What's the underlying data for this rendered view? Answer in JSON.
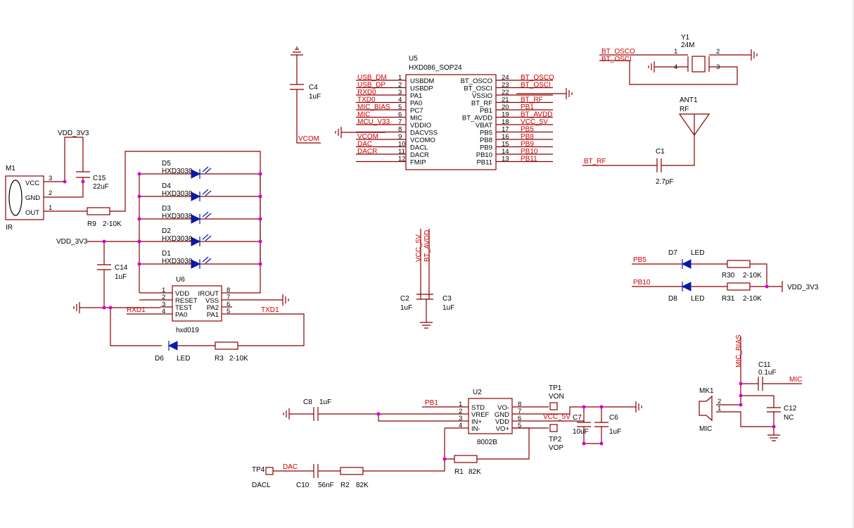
{
  "u5": {
    "ref": "U5",
    "value": "HXD086_SOP24",
    "left_pins": [
      {
        "num": "1",
        "name": "USBDM",
        "net": "USB_DM"
      },
      {
        "num": "2",
        "name": "USBDP",
        "net": "USB_DP"
      },
      {
        "num": "3",
        "name": "PA1",
        "net": "RXD0"
      },
      {
        "num": "4",
        "name": "PA0",
        "net": "TXD0"
      },
      {
        "num": "5",
        "name": "PC7",
        "net": "MIC_BIAS"
      },
      {
        "num": "6",
        "name": "MIC",
        "net": "MIC"
      },
      {
        "num": "7",
        "name": "VDDIO",
        "net": "MCU_V33"
      },
      {
        "num": "8",
        "name": "DACVSS",
        "net": ""
      },
      {
        "num": "9",
        "name": "VCOMO",
        "net": "VCOM"
      },
      {
        "num": "10",
        "name": "DACL",
        "net": "DAC"
      },
      {
        "num": "11",
        "name": "DACR",
        "net": "DACR"
      },
      {
        "num": "12",
        "name": "FMIP",
        "net": ""
      }
    ],
    "right_pins": [
      {
        "num": "24",
        "name": "BT_OSCO",
        "net": "BT_OSCO"
      },
      {
        "num": "23",
        "name": "BT_OSCI",
        "net": "BT_OSCI"
      },
      {
        "num": "22",
        "name": "VSSIO",
        "net": ""
      },
      {
        "num": "21",
        "name": "BT_RF",
        "net": "BT_RF"
      },
      {
        "num": "20",
        "name": "PB1",
        "net": "PB1"
      },
      {
        "num": "19",
        "name": "BT_AVDD",
        "net": "BT_AVDD"
      },
      {
        "num": "18",
        "name": "VBAT",
        "net": "VCC_5V"
      },
      {
        "num": "17",
        "name": "PB5",
        "net": "PB5"
      },
      {
        "num": "16",
        "name": "PB8",
        "net": "PB8"
      },
      {
        "num": "15",
        "name": "PB9",
        "net": "PB9"
      },
      {
        "num": "14",
        "name": "PB10",
        "net": "PB10"
      },
      {
        "num": "13",
        "name": "PB11",
        "net": "PB11"
      }
    ]
  },
  "c4": {
    "ref": "C4",
    "value": "1uF"
  },
  "vcom_net": "VCOM",
  "y1": {
    "ref": "Y1",
    "value": "24M",
    "pins": [
      "1",
      "2",
      "4",
      "3"
    ],
    "net_osco": "BT_OSCO",
    "net_osci": "BT_OSCI"
  },
  "ant1": {
    "ref": "ANT1",
    "value": "RF"
  },
  "c1": {
    "ref": "C1",
    "value": "2.7pF",
    "net": "BT_RF"
  },
  "m1": {
    "ref": "M1",
    "value": "IR",
    "pins": [
      {
        "num": "3",
        "name": "VCC"
      },
      {
        "num": "2",
        "name": "GND"
      },
      {
        "num": "1",
        "name": "OUT"
      }
    ]
  },
  "vdd_label": "VDD_3V3",
  "c15": {
    "ref": "C15",
    "value": "22uF"
  },
  "r9": {
    "ref": "R9",
    "value": "2-10K"
  },
  "leds": [
    {
      "ref": "D5",
      "value": "HXD3038"
    },
    {
      "ref": "D4",
      "value": "HXD3038"
    },
    {
      "ref": "D3",
      "value": "HXD3038"
    },
    {
      "ref": "D2",
      "value": "HXD3038"
    },
    {
      "ref": "D1",
      "value": "HXD3038"
    }
  ],
  "c14": {
    "ref": "C14",
    "value": "1uF"
  },
  "u6": {
    "ref": "U6",
    "value": "hxd019",
    "left_pins": [
      {
        "num": "1",
        "name": "VDD"
      },
      {
        "num": "2",
        "name": "RESET"
      },
      {
        "num": "3",
        "name": "TEST"
      },
      {
        "num": "4",
        "name": "PA0"
      }
    ],
    "right_pins": [
      {
        "num": "8",
        "name": "IROUT"
      },
      {
        "num": "7",
        "name": "VSS"
      },
      {
        "num": "6",
        "name": "PA2"
      },
      {
        "num": "5",
        "name": "PA1"
      }
    ],
    "net_rxd": "RXD1",
    "net_txd": "TXD1"
  },
  "d6": {
    "ref": "D6",
    "value": "LED"
  },
  "r3": {
    "ref": "R3",
    "value": "2-10K"
  },
  "c2": {
    "ref": "C2",
    "value": "1uF"
  },
  "c3": {
    "ref": "C3",
    "value": "1uF"
  },
  "vert_nets": {
    "vcc": "VCC_5V",
    "btavdd": "BT_AVDD"
  },
  "d7": {
    "ref": "D7",
    "value": "LED",
    "net": "PB5"
  },
  "d8": {
    "ref": "D8",
    "value": "LED",
    "net": "PB10"
  },
  "r30": {
    "ref": "R30",
    "value": "2-10K"
  },
  "r31": {
    "ref": "R31",
    "value": "2-10K"
  },
  "vdd_right": "VDD_3V3",
  "c8": {
    "ref": "C8",
    "value": "1uF"
  },
  "u2": {
    "ref": "U2",
    "value": "8002B",
    "left_pins": [
      {
        "num": "1",
        "name": "STD"
      },
      {
        "num": "2",
        "name": "VREF"
      },
      {
        "num": "3",
        "name": "IN+"
      },
      {
        "num": "4",
        "name": "IN-"
      }
    ],
    "right_pins": [
      {
        "num": "8",
        "name": "VO-"
      },
      {
        "num": "7",
        "name": "GND"
      },
      {
        "num": "6",
        "name": "VDD"
      },
      {
        "num": "5",
        "name": "VO+"
      }
    ],
    "net_pb1": "PB1",
    "net_vcc": "VCC_5V"
  },
  "tp1": {
    "ref": "TP1",
    "value": "VON"
  },
  "tp2": {
    "ref": "TP2",
    "value": "VOP"
  },
  "c7": {
    "ref": "C7",
    "value": "10uF"
  },
  "c6": {
    "ref": "C6",
    "value": "1uF"
  },
  "r1": {
    "ref": "R1",
    "value": "82K"
  },
  "tp4": {
    "ref": "TP4",
    "value": "DACL",
    "net": "DAC"
  },
  "c10": {
    "ref": "C10",
    "value": "56nF"
  },
  "r2": {
    "ref": "R2",
    "value": "82K"
  },
  "mk1": {
    "ref": "MK1",
    "value": "MIC",
    "pins": [
      "2",
      "1"
    ]
  },
  "c11": {
    "ref": "C11",
    "value": "0.1uF",
    "net": "MIC"
  },
  "c12": {
    "ref": "C12",
    "value": "NC"
  },
  "mic_bias_net": "MIC_BIAS"
}
